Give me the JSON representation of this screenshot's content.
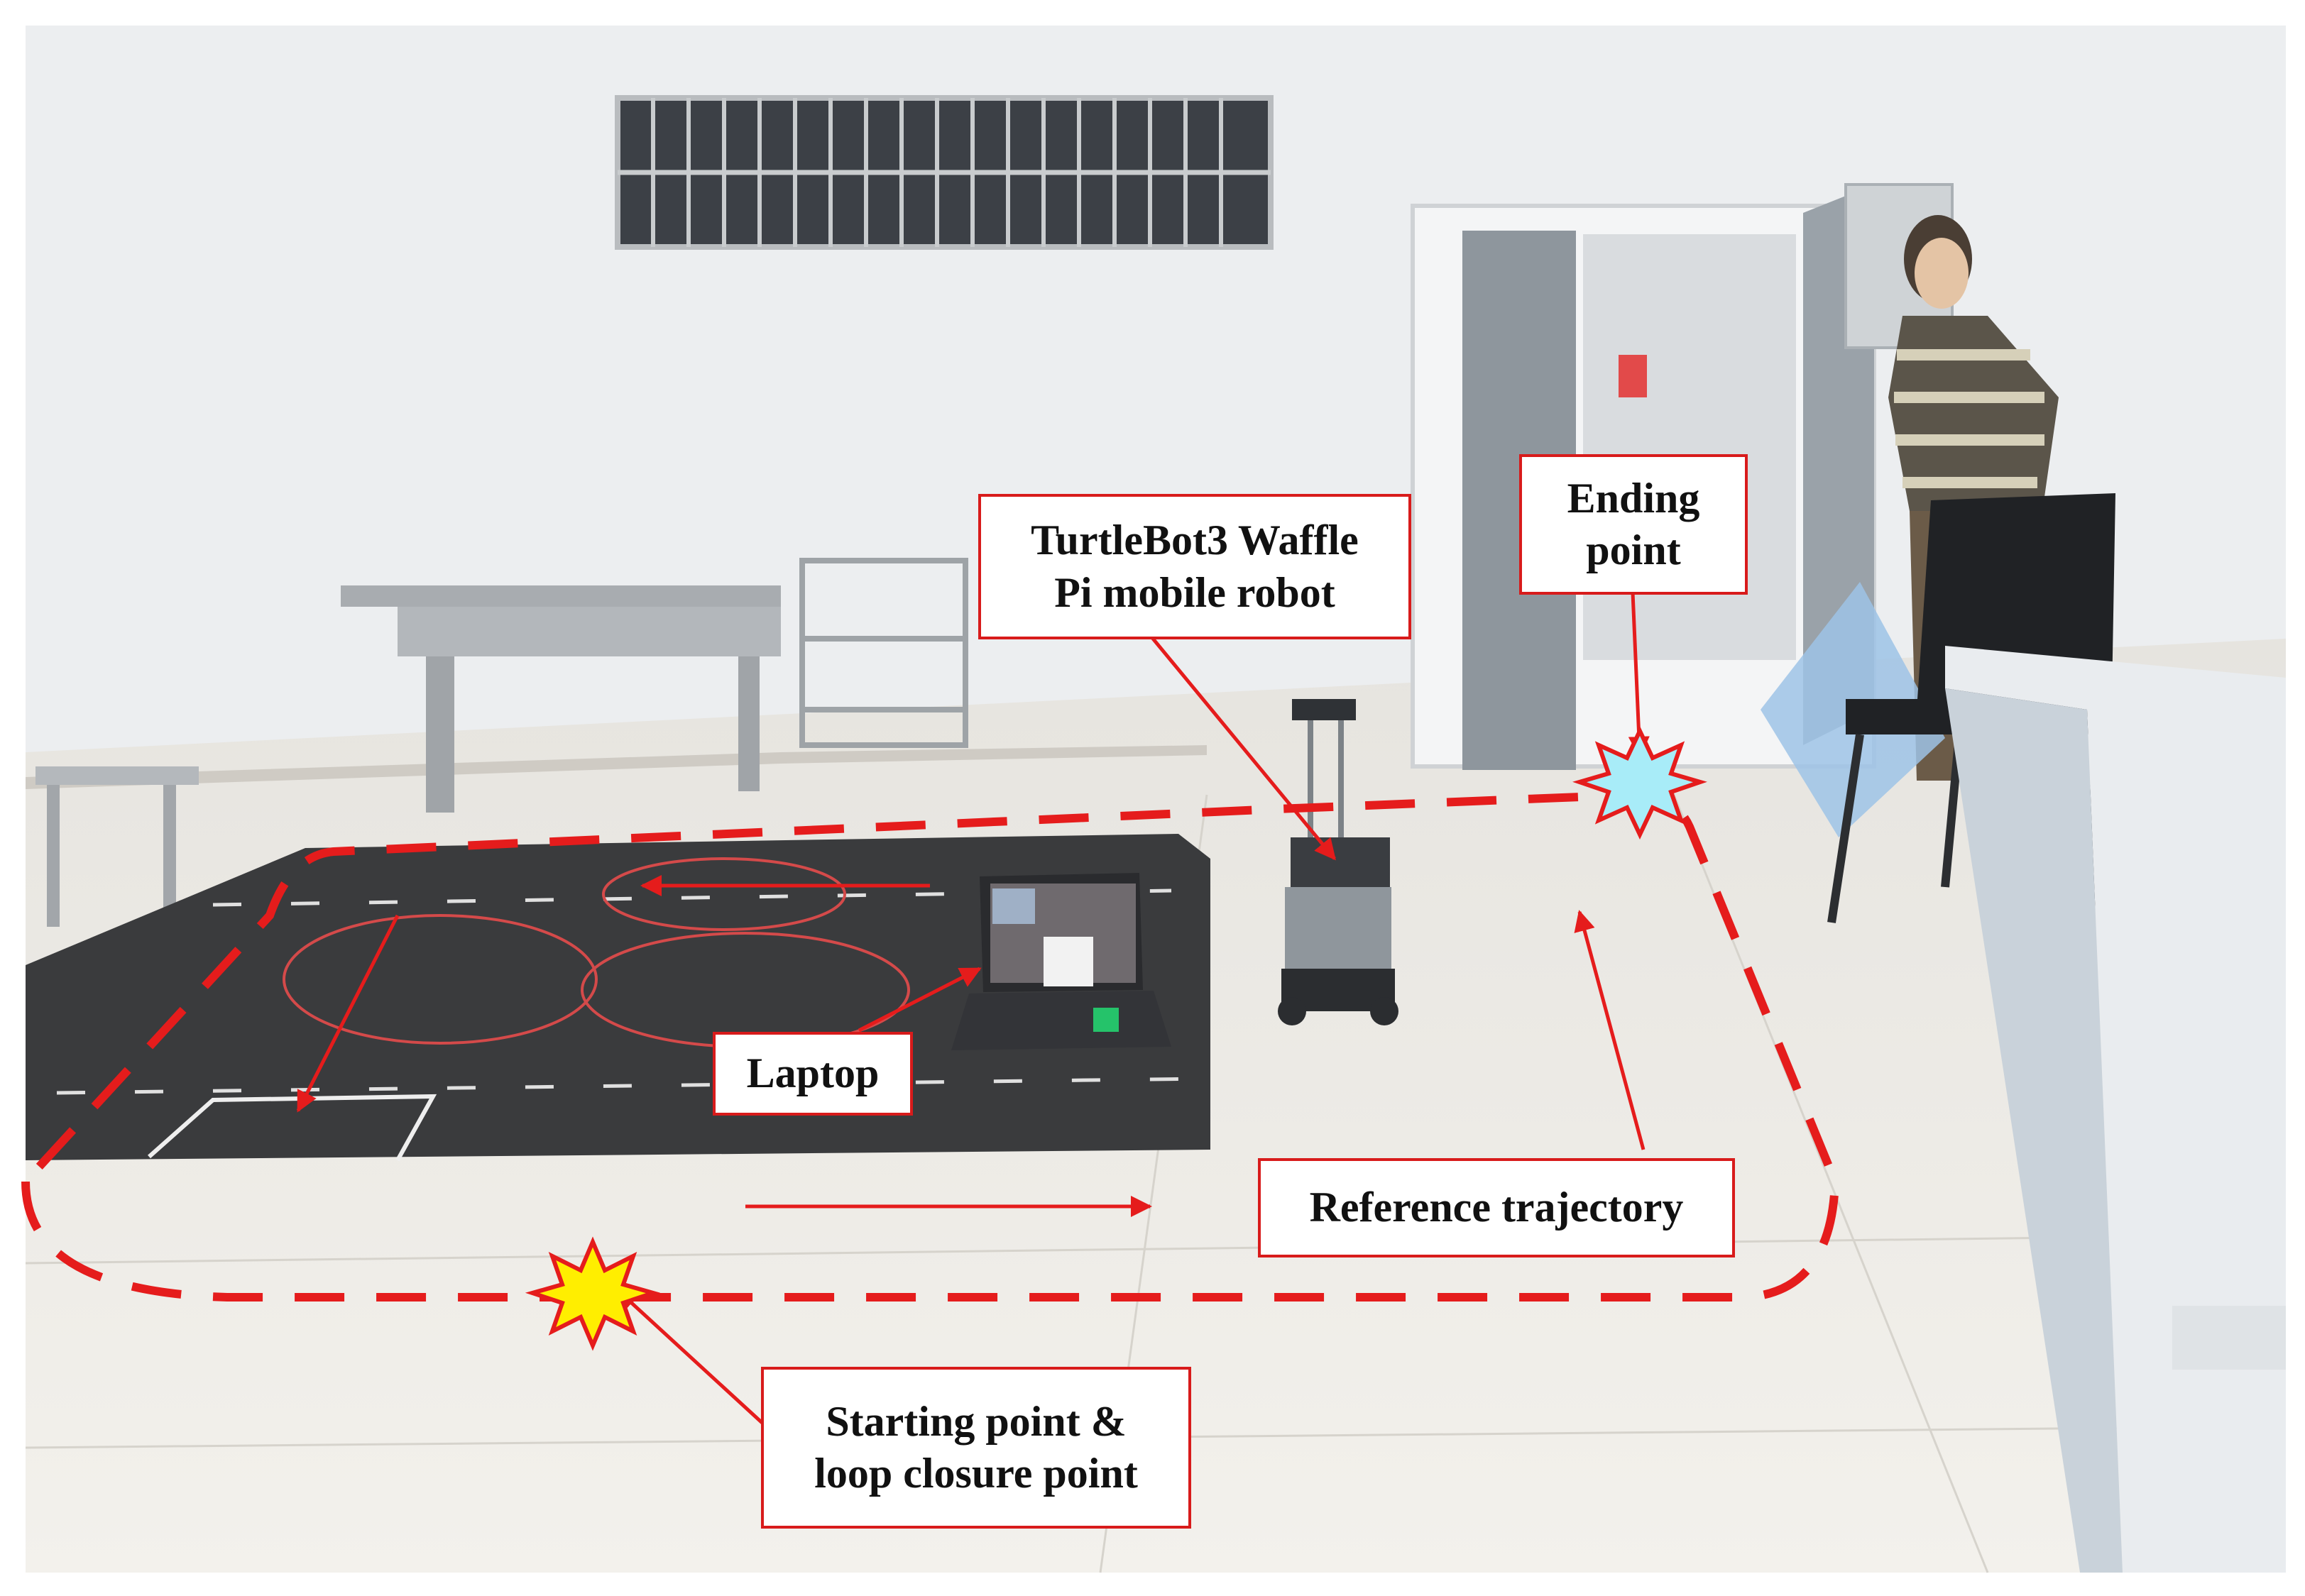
{
  "labels": {
    "robot": "TurtleBot3 Waffle\nPi mobile robot",
    "ending": "Ending\npoint",
    "laptop": "Laptop",
    "reference": "Reference trajectory",
    "starting": "Starting point &\nloop closure point"
  },
  "colors": {
    "trajectory": "#e51c1c",
    "callout_border": "#d81b1b",
    "start_marker": "#ffee00",
    "end_marker": "#a8ecf8"
  },
  "icons": {
    "start_marker": "yellow-star-icon",
    "end_marker": "cyan-star-icon"
  }
}
